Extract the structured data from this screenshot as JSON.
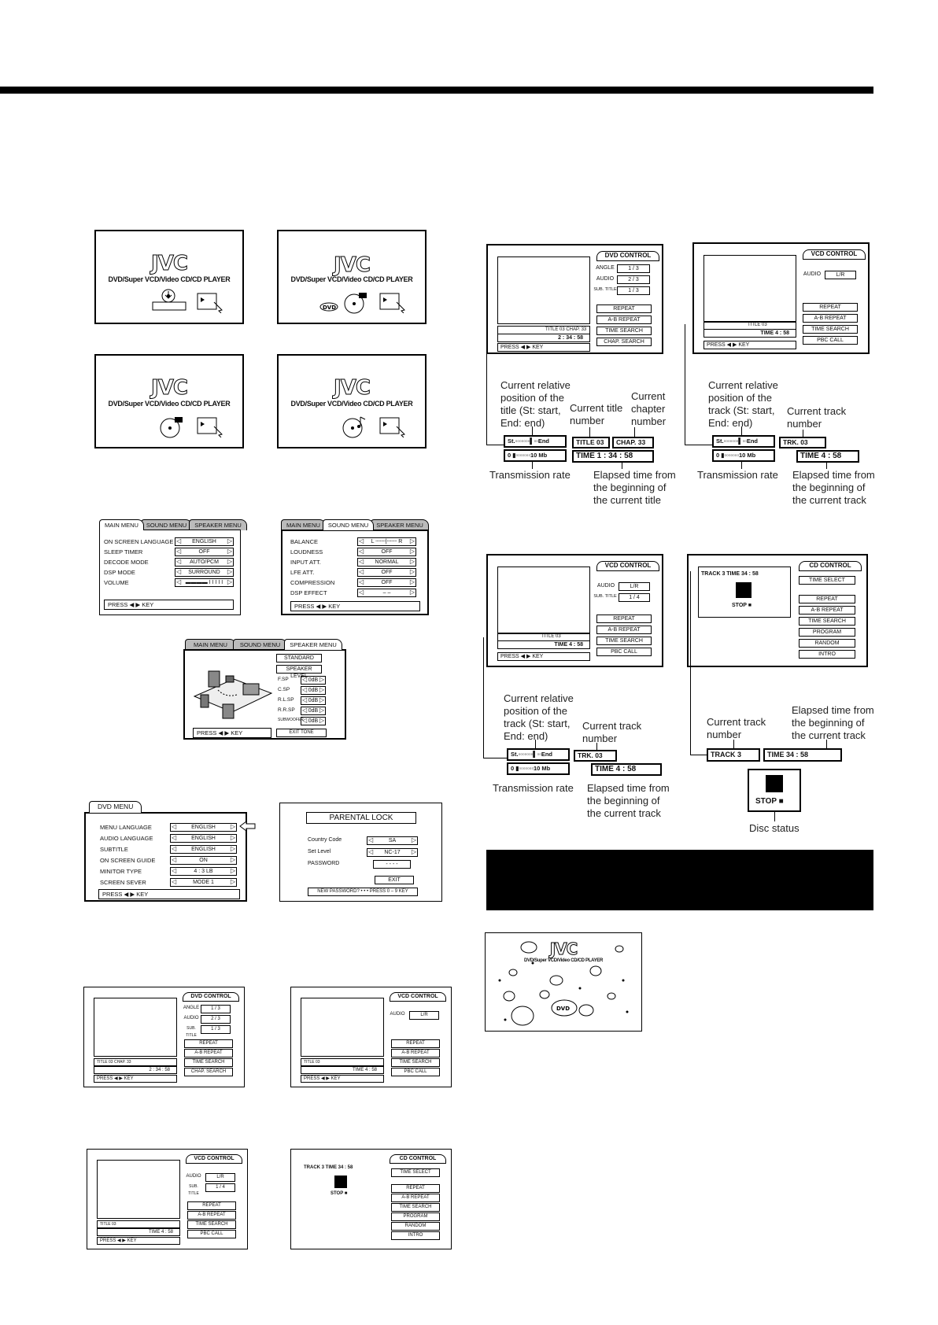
{
  "brand": "JVC",
  "player_line": "DVD/Super VCD/Video CD/CD PLAYER",
  "player_line_small": "DVD/Super VCD/Video CD/CD PLAYER",
  "menus": {
    "tabs": [
      "MAIN MENU",
      "SOUND MENU",
      "SPEAKER MENU"
    ],
    "main": {
      "rows": [
        {
          "label": "ON SCREEN LANGUAGE",
          "value": "ENGLISH"
        },
        {
          "label": "SLEEP TIMER",
          "value": "OFF"
        },
        {
          "label": "DECODE MODE",
          "value": "AUTO/PCM"
        },
        {
          "label": "DSP MODE",
          "value": "SURROUND"
        },
        {
          "label": "VOLUME",
          "value": "▬▬▬▬ I I I I I"
        }
      ]
    },
    "sound": {
      "rows": [
        {
          "label": "BALANCE",
          "value": "L ┄┄┄|┄┄┄ R"
        },
        {
          "label": "LOUDNESS",
          "value": "OFF"
        },
        {
          "label": "INPUT ATT.",
          "value": "NORMAL"
        },
        {
          "label": "LFE ATT.",
          "value": "OFF"
        },
        {
          "label": "COMPRESSION",
          "value": "OFF"
        },
        {
          "label": "DSP EFFECT",
          "value": "– –"
        }
      ]
    },
    "speaker": {
      "standard": "STANDARD",
      "speaker_level": "SPEAKER LEVEL",
      "rows": [
        {
          "label": "F.SP",
          "value": "0dB"
        },
        {
          "label": "C.SP",
          "value": "0dB"
        },
        {
          "label": "R.L.SP",
          "value": "0dB"
        },
        {
          "label": "R.R.SP",
          "value": "0dB"
        },
        {
          "label": "SUBWOOFER",
          "value": "0dB"
        }
      ],
      "exit": "EXIT TONE"
    },
    "press_key": "PRESS ◀ ▶ KEY"
  },
  "dvd_menu": {
    "tab": "DVD MENU",
    "rows": [
      {
        "label": "MENU LANGUAGE",
        "value": "ENGLISH"
      },
      {
        "label": "AUDIO LANGUAGE",
        "value": "ENGLISH"
      },
      {
        "label": "SUBTITLE",
        "value": "ENGLISH"
      },
      {
        "label": "ON SCREEN GUIDE",
        "value": "ON"
      },
      {
        "label": "MINITOR TYPE",
        "value": "4 : 3 LB"
      },
      {
        "label": "SCREEN SEVER",
        "value": "MODE 1"
      }
    ],
    "press": "PRESS ◀ ▶ KEY"
  },
  "parental": {
    "title": "PARENTAL LOCK",
    "rows": [
      {
        "label": "Country Code",
        "value": "SA"
      },
      {
        "label": "Set Level",
        "value": "NC-17"
      },
      {
        "label": "PASSWORD",
        "value": "- - - -"
      }
    ],
    "exit": "EXIT",
    "footer": "NEW PASSWORD? • • • PRESS 0 – 9 KEY"
  },
  "controls": {
    "dvd_title": "DVD CONTROL",
    "vcd_title": "VCD CONTROL",
    "cd_title": "CD CONTROL",
    "angle": "ANGLE",
    "angle_val": "1 / 3",
    "audio": "AUDIO",
    "audio_val": "2 / 3",
    "subtitle": "SUB. TITLE",
    "subtitle_val": "1 / 3",
    "vcd_audio_val": "L/R",
    "vcd_sub_val": "1 / 4",
    "repeat": "REPEAT",
    "ab_repeat": "A-B REPEAT",
    "time_search": "TIME SEARCH",
    "chap_search": "CHAP. SEARCH",
    "pbc_call": "PBC CALL",
    "time_select": "TIME SELECT",
    "program": "PROGRAM",
    "random": "RANDOM",
    "intro": "INTRO",
    "dvd_info": "TITLE 03  CHAP. 33",
    "dvd_time": "2 : 34 : 58",
    "vcd_info": "TITLE 03",
    "vcd_time": "TIME  4 : 58",
    "press": "PRESS ◀ ▶ KEY",
    "cd_track_line": "TRACK   3   TIME  34 : 58",
    "cd_stop": "STOP ■"
  },
  "callouts": {
    "dvd": {
      "rel_pos": "Current relative position of the title (St: start, End: end)",
      "title_no": "Current title number",
      "chap_no": "Current chapter number",
      "trans": "Transmission rate",
      "elapsed": "Elapsed time from the beginning of the current title",
      "st_end": "St.▫▫▫▫▫▫▫▌▫▫End",
      "rate": "0 ▮▫▫▫▫▫▫▫10 Mb",
      "title_box": "TITLE 03",
      "chap_box": "CHAP. 33",
      "time_box": "TIME   1 : 34 : 58"
    },
    "vcd": {
      "rel_pos": "Current relative position of the track (St: start, End: end)",
      "track_no": "Current track number",
      "trans": "Transmission rate",
      "elapsed": "Elapsed time from the beginning of the current track",
      "st_end": "St.▫▫▫▫▫▫▫▌▫▫End",
      "rate": "0 ▮▫▫▫▫▫▫▫10 Mb",
      "trk_box": "TRK.    03",
      "time_box": "TIME    4 : 58"
    },
    "cd": {
      "track_no": "Current track number",
      "elapsed": "Elapsed time from the beginning of the current track",
      "track_box": "TRACK       3",
      "time_box": "TIME  34 : 58",
      "stop": "STOP ■",
      "disc_status": "Disc status"
    }
  }
}
